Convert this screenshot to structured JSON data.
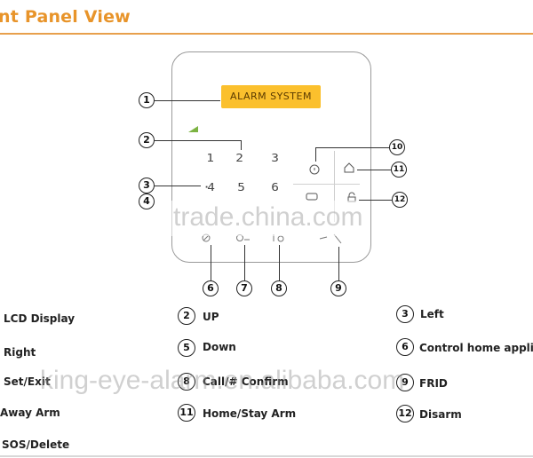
{
  "header": {
    "title": "nt Panel View"
  },
  "panel": {
    "lcd_text": "ALARM SYSTEM",
    "keys": [
      "1",
      "2",
      "3",
      "4",
      "5",
      "6"
    ],
    "key_prefix_4": "·",
    "callouts": [
      "1",
      "2",
      "3",
      "4",
      "6",
      "7",
      "8",
      "9",
      "10",
      "11",
      "12"
    ]
  },
  "legend": [
    {
      "num": "",
      "label": "LCD Display"
    },
    {
      "num": "2",
      "label": "UP"
    },
    {
      "num": "3",
      "label": "Left"
    },
    {
      "num": "",
      "label": "Right"
    },
    {
      "num": "5",
      "label": "Down"
    },
    {
      "num": "6",
      "label": "Control home applia"
    },
    {
      "num": "",
      "label": "Set/Exit"
    },
    {
      "num": "8",
      "label": "Call/# Confirm"
    },
    {
      "num": "9",
      "label": "FRID"
    },
    {
      "num": "",
      "label": "Away Arm"
    },
    {
      "num": "11",
      "label": "Home/Stay Arm"
    },
    {
      "num": "12",
      "label": "Disarm"
    },
    {
      "num": "",
      "label": "SOS/Delete"
    }
  ],
  "watermarks": [
    "trade.china.com",
    "king-eye-alarm.en.alibaba.com"
  ],
  "colors": {
    "title": "#e8942a",
    "lcd": "#fbc02d",
    "signal": "#7cb342"
  }
}
